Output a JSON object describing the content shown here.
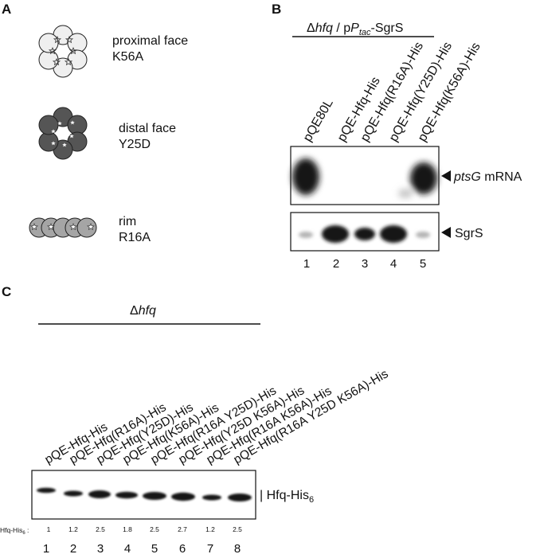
{
  "panel_a": {
    "letter": "A",
    "items": [
      {
        "face": "proximal face",
        "mutation": "K56A"
      },
      {
        "face": "distal face",
        "mutation": "Y25D"
      },
      {
        "face": "rim",
        "mutation": "R16A"
      }
    ]
  },
  "panel_b": {
    "letter": "B",
    "header_prefix": "Δ",
    "header_gene": "hfq",
    "header_sep": " / p",
    "header_promoter": "P",
    "header_promoter_sub": "tac",
    "header_suffix": "-SgrS",
    "lanes": [
      "pQE80L",
      "pQE-Hfq-His",
      "pQE-Hfq(R16A)-His",
      "pQE-Hfq(Y25D)-His",
      "pQE-Hfq(K56A)-His"
    ],
    "lane_numbers": [
      "1",
      "2",
      "3",
      "4",
      "5"
    ],
    "blot_top_gene": "ptsG",
    "blot_top_suffix": " mRNA",
    "blot_bottom_label": "SgrS"
  },
  "panel_c": {
    "letter": "C",
    "header_prefix": "Δ",
    "header_gene": "hfq",
    "lanes": [
      "pQE-Hfq-His",
      "pQE-Hfq(R16A)-His",
      "pQE-Hfq(Y25D)-His",
      "pQE-Hfq(K56A)-His",
      "pQE-Hfq(R16A Y25D)-His",
      "pQE-Hfq(Y25D K56A)-His",
      "pQE-Hfq(R16A K56A)-His",
      "pQE-Hfq(R16A Y25D K56A)-His"
    ],
    "blot_label_prefix": "| Hfq-His",
    "blot_label_sub": "6",
    "quant_label": "Hfq-His",
    "quant_label_sub": "6",
    "quant_label_suffix": " :",
    "quant_values": [
      "1",
      "1.2",
      "2.5",
      "1.8",
      "2.5",
      "2.7",
      "1.2",
      "2.5"
    ],
    "lane_numbers": [
      "1",
      "2",
      "3",
      "4",
      "5",
      "6",
      "7",
      "8"
    ]
  },
  "colors": {
    "proximal_fill": "#efefef",
    "distal_fill": "#555555",
    "rim_fill": "#a5a5a5",
    "band": "#151515",
    "line": "#111111"
  }
}
